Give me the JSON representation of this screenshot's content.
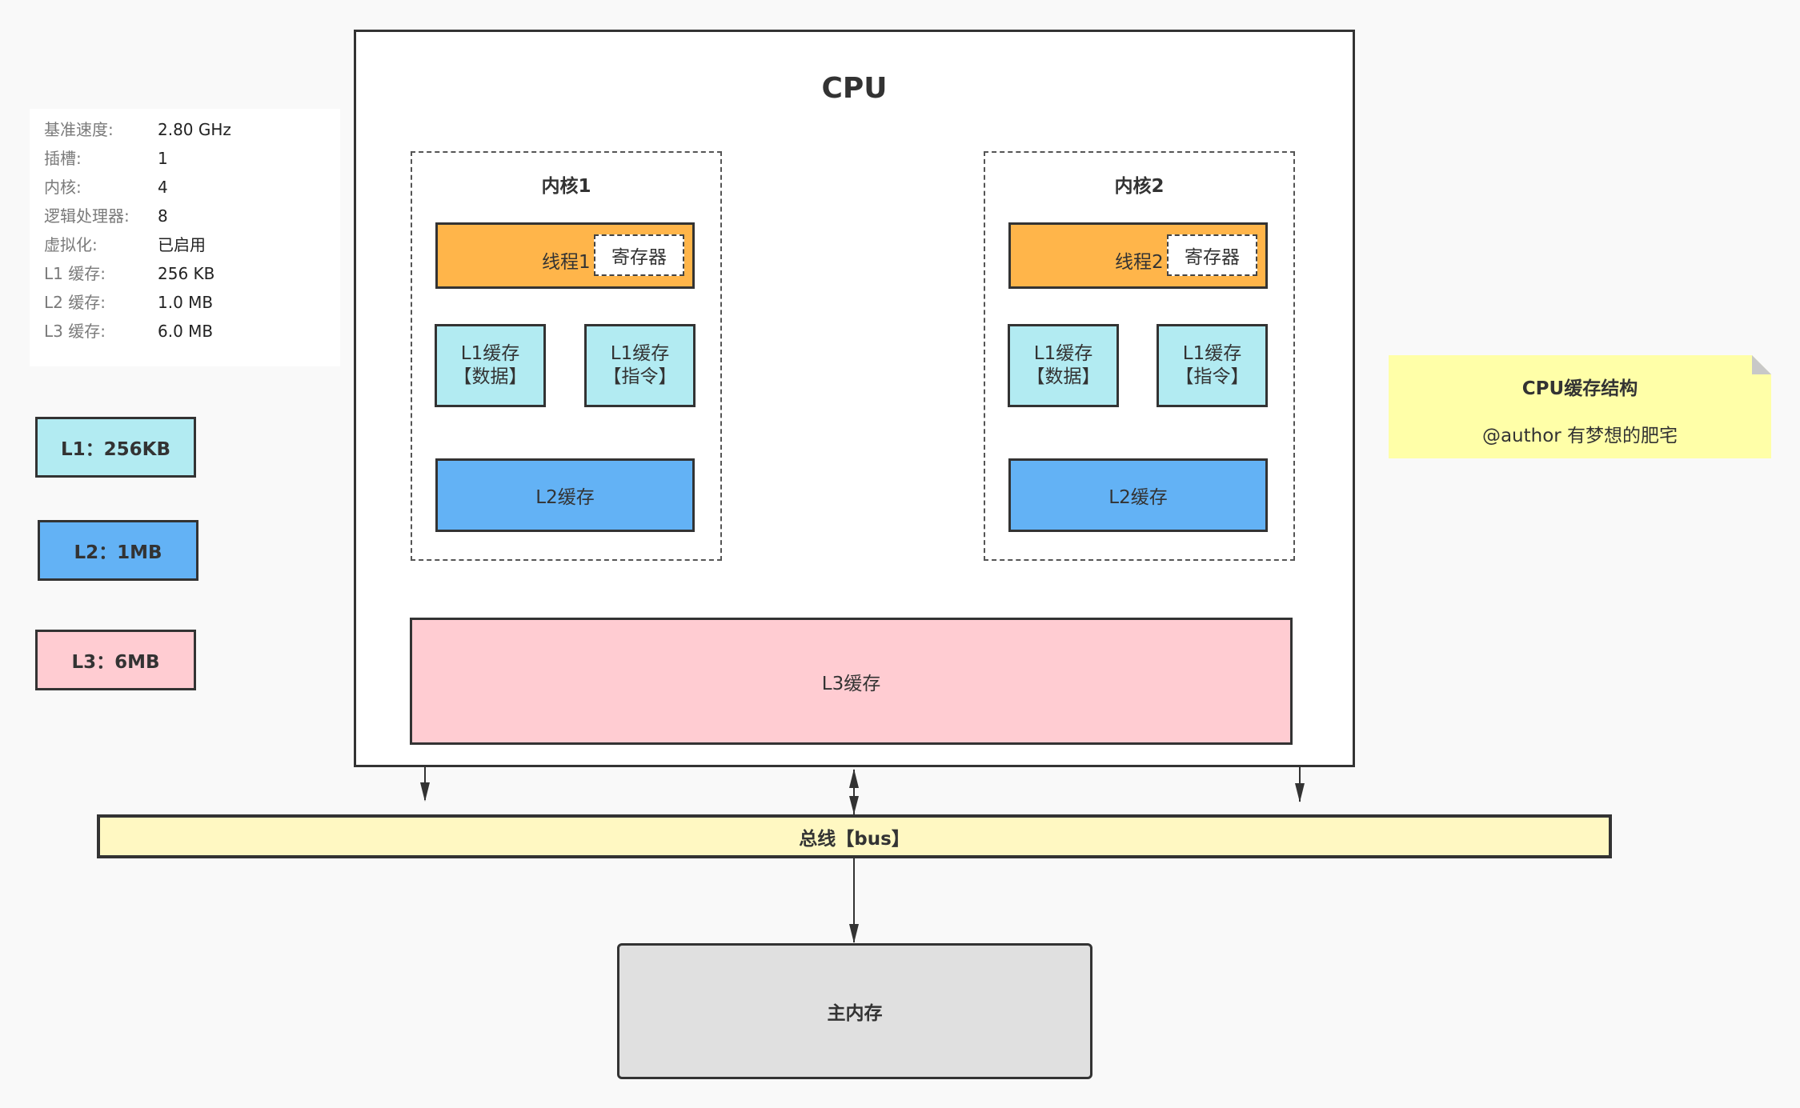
{
  "info_panel": {
    "rows": [
      {
        "label": "基准速度:",
        "value": "2.80 GHz"
      },
      {
        "label": "插槽:",
        "value": "1"
      },
      {
        "label": "内核:",
        "value": "4"
      },
      {
        "label": "逻辑处理器:",
        "value": "8"
      },
      {
        "label": "虚拟化:",
        "value": "已启用"
      },
      {
        "label": "L1 缓存:",
        "value": "256 KB"
      },
      {
        "label": "L2 缓存:",
        "value": "1.0 MB"
      },
      {
        "label": "L3 缓存:",
        "value": "6.0 MB"
      }
    ]
  },
  "legend": {
    "l1": "L1：256KB",
    "l2": "L2：1MB",
    "l3": "L3：6MB"
  },
  "cpu": {
    "title": "CPU",
    "cores": [
      {
        "title": "内核1",
        "thread": "线程1",
        "register": "寄存器",
        "l1_data": [
          "L1缓存",
          "【数据】"
        ],
        "l1_inst": [
          "L1缓存",
          "【指令】"
        ],
        "l2": "L2缓存"
      },
      {
        "title": "内核2",
        "thread": "线程2",
        "register": "寄存器",
        "l1_data": [
          "L1缓存",
          "【数据】"
        ],
        "l1_inst": [
          "L1缓存",
          "【指令】"
        ],
        "l2": "L2缓存"
      }
    ],
    "l3": "L3缓存"
  },
  "bus": "总线【bus】",
  "main_memory": "主内存",
  "note": {
    "title": "CPU缓存结构",
    "author": "@author 有梦想的肥宅"
  },
  "colors": {
    "l1": "#b2ebf2",
    "l2": "#63b2f5",
    "l3": "#ffccd2",
    "thread": "#ffb54a",
    "bus": "#fff8c2",
    "main_memory": "#e0e0e0",
    "note": "#ffffa8"
  }
}
